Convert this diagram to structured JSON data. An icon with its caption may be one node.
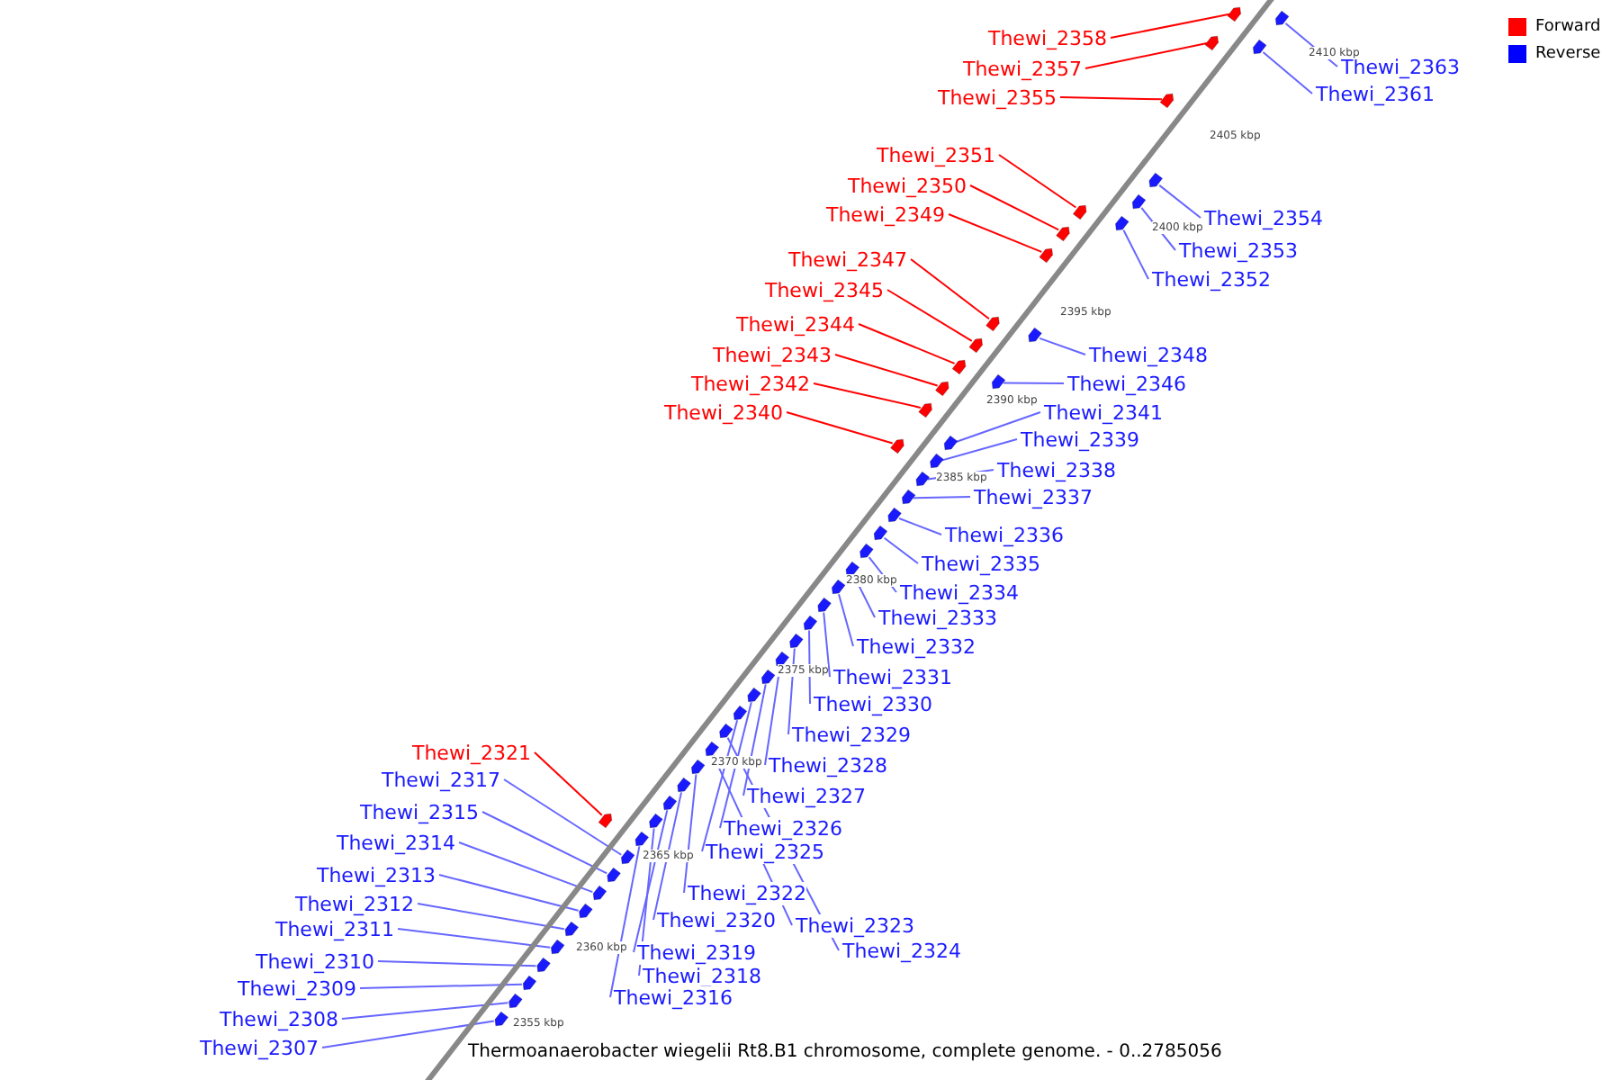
{
  "diagram": {
    "caption": "Thermoanaerobacter wiegelii Rt8.B1 chromosome, complete genome. - 0..2785056",
    "nodes": [
      {
        "text": [
          "Thewi_2358"
        ]
      },
      {
        "text": [
          "Thewi_2363"
        ]
      },
      {
        "text": [
          "Thewi_2357"
        ]
      },
      {
        "text": [
          "Thewi_2361"
        ]
      },
      {
        "text": [
          "Thewi_2355"
        ]
      },
      {
        "text": [
          "Thewi_2351"
        ]
      },
      {
        "text": [
          "Thewi_2350"
        ]
      },
      {
        "text": [
          "Thewi_2349"
        ]
      },
      {
        "text": [
          "Thewi_2354"
        ]
      },
      {
        "text": [
          "Thewi_2353"
        ]
      },
      {
        "text": [
          "Thewi_2347"
        ]
      },
      {
        "text": [
          "Thewi_2352"
        ]
      },
      {
        "text": [
          "Thewi_2345"
        ]
      },
      {
        "text": [
          "Thewi_2344"
        ]
      },
      {
        "text": [
          "Thewi_2343"
        ]
      },
      {
        "text": [
          "Thewi_2348"
        ]
      },
      {
        "text": [
          "Thewi_2342"
        ]
      },
      {
        "text": [
          "Thewi_2346"
        ]
      },
      {
        "text": [
          "Thewi_2340"
        ]
      },
      {
        "text": [
          "Thewi_2341"
        ]
      },
      {
        "text": [
          "Thewi_2339"
        ]
      },
      {
        "text": [
          "Thewi_2338"
        ]
      },
      {
        "text": [
          "Thewi_2337"
        ]
      },
      {
        "text": [
          "Thewi_2336"
        ]
      },
      {
        "text": [
          "Thewi_2335"
        ]
      },
      {
        "text": [
          "Thewi_2334"
        ]
      },
      {
        "text": [
          "Thewi_2333"
        ]
      },
      {
        "text": [
          "Thewi_2332"
        ]
      },
      {
        "text": [
          "Thewi_2331"
        ]
      },
      {
        "text": [
          "Thewi_2330"
        ]
      },
      {
        "text": [
          "Thewi_2329"
        ]
      },
      {
        "text": [
          "Thewi_2321"
        ]
      },
      {
        "text": [
          "Thewi_2328"
        ]
      },
      {
        "text": [
          "Thewi_2317"
        ]
      },
      {
        "text": [
          "Thewi_2327"
        ]
      },
      {
        "text": [
          "Thewi_2315"
        ]
      },
      {
        "text": [
          "Thewi_2326"
        ]
      },
      {
        "text": [
          "Thewi_2314"
        ]
      },
      {
        "text": [
          "Thewi_2325"
        ]
      },
      {
        "text": [
          "Thewi_2313"
        ]
      },
      {
        "text": [
          "Thewi_2322"
        ]
      },
      {
        "text": [
          "Thewi_2312"
        ]
      },
      {
        "text": [
          "Thewi_2320"
        ]
      },
      {
        "text": [
          "Thewi_2323"
        ]
      },
      {
        "text": [
          "Thewi_2311"
        ]
      },
      {
        "text": [
          "Thewi_2324"
        ]
      },
      {
        "text": [
          "Thewi_2319"
        ]
      },
      {
        "text": [
          "Thewi_2310"
        ]
      },
      {
        "text": [
          "Thewi_2318"
        ]
      },
      {
        "text": [
          "Thewi_2309"
        ]
      },
      {
        "text": [
          "Thewi_2316"
        ]
      },
      {
        "text": [
          "Thewi_2308"
        ]
      },
      {
        "text": [
          "Thewi_2307"
        ]
      },
      {
        "text": [],
        "shape": "arrow"
      },
      {
        "text": [],
        "shape": "arrow"
      },
      {
        "text": [],
        "shape": "arrow"
      },
      {
        "text": [],
        "shape": "arrow"
      },
      {
        "text": [],
        "shape": "arrow"
      },
      {
        "text": [],
        "shape": "arrow"
      },
      {
        "text": [],
        "shape": "arrow"
      },
      {
        "text": [],
        "shape": "arrow"
      },
      {
        "text": [],
        "shape": "arrow"
      },
      {
        "text": [],
        "shape": "arrow"
      },
      {
        "text": [],
        "shape": "arrow"
      },
      {
        "text": [],
        "shape": "arrow"
      },
      {
        "text": [],
        "shape": "arrow"
      },
      {
        "text": [],
        "shape": "arrow"
      },
      {
        "text": [],
        "shape": "arrow"
      },
      {
        "text": [],
        "shape": "arrow"
      },
      {
        "text": [],
        "shape": "arrow"
      },
      {
        "text": [],
        "shape": "arrow"
      },
      {
        "text": [],
        "shape": "arrow"
      },
      {
        "text": [],
        "shape": "arrow"
      },
      {
        "text": [],
        "shape": "arrow"
      },
      {
        "text": [],
        "shape": "arrow"
      },
      {
        "text": [],
        "shape": "arrow"
      },
      {
        "text": [],
        "shape": "arrow"
      },
      {
        "text": [],
        "shape": "arrow"
      },
      {
        "text": [],
        "shape": "arrow"
      },
      {
        "text": [],
        "shape": "arrow"
      },
      {
        "text": [],
        "shape": "arrow"
      },
      {
        "text": [],
        "shape": "arrow"
      },
      {
        "text": [],
        "shape": "arrow"
      },
      {
        "text": [],
        "shape": "arrow"
      },
      {
        "text": [],
        "shape": "arrow"
      },
      {
        "text": [],
        "shape": "arrow"
      },
      {
        "text": [],
        "shape": "arrow"
      },
      {
        "text": [],
        "shape": "arrow"
      },
      {
        "text": [],
        "shape": "arrow"
      },
      {
        "text": [],
        "shape": "arrow"
      },
      {
        "text": [],
        "shape": "arrow"
      },
      {
        "text": [],
        "shape": "arrow"
      },
      {
        "text": [],
        "shape": "arrow"
      },
      {
        "text": [],
        "shape": "arrow"
      },
      {
        "text": [],
        "shape": "arrow"
      },
      {
        "text": [],
        "shape": "arrow"
      },
      {
        "text": [],
        "shape": "arrow"
      },
      {
        "text": [],
        "shape": "arrow"
      },
      {
        "text": [],
        "shape": "arrow"
      },
      {
        "text": [],
        "shape": "arrow"
      },
      {
        "text": [],
        "shape": "arrow"
      },
      {
        "text": [],
        "shape": "arrow"
      },
      {
        "text": [],
        "shape": "arrow"
      },
      {
        "text": [],
        "shape": "arrow"
      },
      {
        "text": [],
        "shape": "arrow"
      },
      {
        "text": [],
        "shape": "arrow"
      }
    ],
    "edges": [
      {
        "from": 0,
        "to": 53,
        "arrow": "none",
        "color": "#ff0000"
      },
      {
        "from": 1,
        "to": 54,
        "arrow": "none"
      },
      {
        "from": 2,
        "to": 55,
        "arrow": "none",
        "color": "#ff0000"
      },
      {
        "from": 3,
        "to": 56,
        "arrow": "none"
      },
      {
        "from": 4,
        "to": 57,
        "arrow": "none",
        "color": "#ff0000"
      },
      {
        "from": 5,
        "to": 58,
        "arrow": "none",
        "color": "#ff0000"
      },
      {
        "from": 6,
        "to": 59,
        "arrow": "none",
        "color": "#ff0000"
      },
      {
        "from": 7,
        "to": 60,
        "arrow": "none",
        "color": "#ff0000"
      },
      {
        "from": 8,
        "to": 61,
        "arrow": "none"
      },
      {
        "from": 9,
        "to": 62,
        "arrow": "none"
      },
      {
        "from": 10,
        "to": 63,
        "arrow": "none",
        "color": "#ff0000"
      },
      {
        "from": 11,
        "to": 64,
        "arrow": "none"
      },
      {
        "from": 12,
        "to": 65,
        "arrow": "none",
        "color": "#ff0000"
      },
      {
        "from": 13,
        "to": 66,
        "arrow": "none",
        "color": "#ff0000"
      },
      {
        "from": 14,
        "to": 67,
        "arrow": "none",
        "color": "#ff0000"
      },
      {
        "from": 15,
        "to": 68,
        "arrow": "none"
      },
      {
        "from": 16,
        "to": 69,
        "arrow": "none",
        "color": "#ff0000"
      },
      {
        "from": 17,
        "to": 70,
        "arrow": "none"
      },
      {
        "from": 18,
        "to": 71,
        "arrow": "none",
        "color": "#ff0000"
      },
      {
        "from": 19,
        "to": 72,
        "arrow": "none"
      },
      {
        "from": 20,
        "to": 73,
        "arrow": "none"
      },
      {
        "from": 21,
        "to": 74,
        "arrow": "none"
      },
      {
        "from": 22,
        "to": 75,
        "arrow": "none"
      },
      {
        "from": 23,
        "to": 76,
        "arrow": "none"
      },
      {
        "from": 24,
        "to": 77,
        "arrow": "none"
      },
      {
        "from": 25,
        "to": 78,
        "arrow": "none"
      },
      {
        "from": 26,
        "to": 79,
        "arrow": "none"
      },
      {
        "from": 27,
        "to": 80,
        "arrow": "none"
      },
      {
        "from": 28,
        "to": 81,
        "arrow": "none"
      },
      {
        "from": 29,
        "to": 82,
        "arrow": "none"
      },
      {
        "from": 30,
        "to": 83,
        "arrow": "none"
      },
      {
        "from": 31,
        "to": 84,
        "arrow": "none",
        "color": "#ff0000"
      },
      {
        "from": 32,
        "to": 85,
        "arrow": "none"
      },
      {
        "from": 33,
        "to": 86,
        "arrow": "none"
      },
      {
        "from": 34,
        "to": 87,
        "arrow": "none"
      },
      {
        "from": 35,
        "to": 88,
        "arrow": "none"
      },
      {
        "from": 36,
        "to": 89,
        "arrow": "none"
      },
      {
        "from": 37,
        "to": 90,
        "arrow": "none"
      },
      {
        "from": 38,
        "to": 91,
        "arrow": "none"
      },
      {
        "from": 39,
        "to": 92,
        "arrow": "none"
      },
      {
        "from": 40,
        "to": 93,
        "arrow": "none"
      },
      {
        "from": 41,
        "to": 94,
        "arrow": "none"
      },
      {
        "from": 42,
        "to": 95,
        "arrow": "none"
      },
      {
        "from": 43,
        "to": 96,
        "arrow": "none"
      },
      {
        "from": 44,
        "to": 97,
        "arrow": "none"
      },
      {
        "from": 45,
        "to": 98,
        "arrow": "none"
      },
      {
        "from": 46,
        "to": 99,
        "arrow": "none"
      },
      {
        "from": 47,
        "to": 100,
        "arrow": "none"
      },
      {
        "from": 48,
        "to": 101,
        "arrow": "none"
      },
      {
        "from": 49,
        "to": 102,
        "arrow": "none"
      },
      {
        "from": 50,
        "to": 103,
        "arrow": "none"
      },
      {
        "from": 51,
        "to": 104,
        "arrow": "none"
      },
      {
        "from": 52,
        "to": 105,
        "arrow": "none"
      }
    ],
    "labels": [
      "2410 kbp",
      "2405 kbp",
      "2400 kbp",
      "2395 kbp",
      "2390 kbp",
      "2385 kbp",
      "2380 kbp",
      "2375 kbp",
      "2370 kbp",
      "2365 kbp",
      "2360 kbp",
      "2355 kbp"
    ],
    "legend": [
      {
        "text": "Forward",
        "color": "#ff0000"
      },
      {
        "text": "Reverse",
        "color": "#0000ff"
      }
    ]
  }
}
